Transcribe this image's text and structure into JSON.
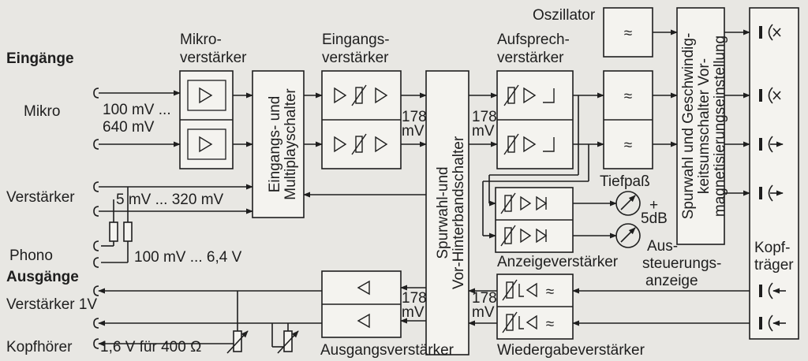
{
  "sections": {
    "inputs": "Eingänge",
    "outputs": "Ausgänge"
  },
  "inputs": {
    "mic": "Mikro",
    "amp": "Verstärker",
    "phono": "Phono"
  },
  "outputs": {
    "amp": "Verstärker 1V",
    "headphones": "Kopfhörer"
  },
  "levels": {
    "mic_line1": "100 mV ...",
    "mic_line2": "640 mV",
    "amp": "5 mV ... 320 mV",
    "phono": "100 mV ... 6,4 V",
    "headphones": "1,6 V für 400 Ω",
    "mid": [
      "178",
      "mV"
    ],
    "meter_db": "5dB",
    "meter_plus": "+"
  },
  "blocks": {
    "mic_amp": [
      "Mikro-",
      "verstärker"
    ],
    "input_amp": [
      "Eingangs-",
      "verstärker"
    ],
    "rec_amp": [
      "Aufsprech-",
      "verstärker"
    ],
    "oscillator": "Oszillator",
    "input_switch": [
      "Eingangs- und",
      "Multiplayschalter"
    ],
    "track_switch": [
      "Spurwahl-und",
      "Vor-Hinterbandschalter"
    ],
    "speed_switch": [
      "Spurwahl und Geschwindig-",
      "keitsumschalter Vor-",
      "magnetisierungseinstellung"
    ],
    "lowpass": "Tiefpaß",
    "meter_amp": "Anzeigeverstärker",
    "level_meter": [
      "Aus-",
      "steuerungs-",
      "anzeige"
    ],
    "output_amp": "Ausgangsverstärker",
    "playback_amp": "Wiedergabeverstärker",
    "head_carrier": [
      "Kopf-",
      "träger"
    ]
  },
  "symbols": {
    "lowpass": "≈"
  }
}
